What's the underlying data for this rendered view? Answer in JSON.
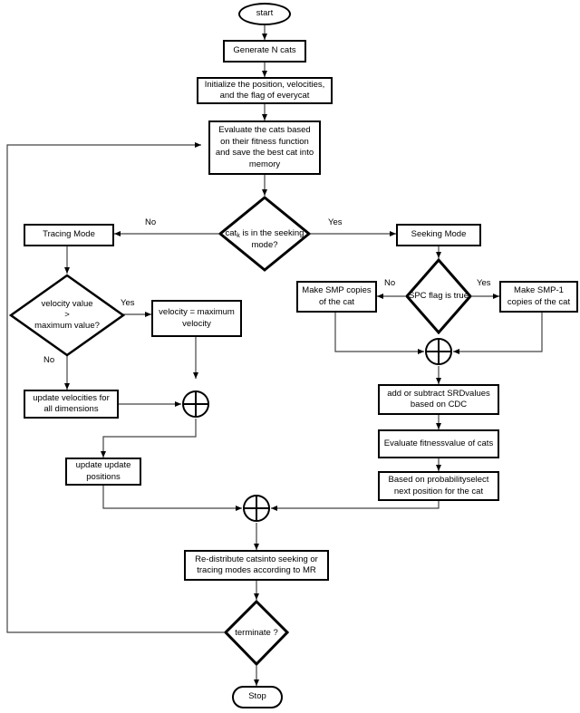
{
  "diagram": {
    "title": "Cat Swarm Optimization flowchart",
    "stroke_color": "#000000",
    "background_color": "#ffffff",
    "nodes": {
      "start": {
        "label": "start",
        "shape": "terminator"
      },
      "generate": {
        "label": "Generate N cats",
        "shape": "process"
      },
      "initialize": {
        "label": "Initialize the position, velocities, and the flag of everycat",
        "shape": "process"
      },
      "evaluate": {
        "label": "Evaluate the cats based on their fitness function and save the best cat into memory",
        "shape": "process"
      },
      "seeking_decision": {
        "label_pre": "cat",
        "label_sub": "k",
        "label_post": " is in the seeking mode?",
        "shape": "decision"
      },
      "tracing_mode": {
        "label": "Tracing Mode",
        "shape": "process"
      },
      "seeking_mode": {
        "label": "Seeking Mode",
        "shape": "process"
      },
      "velocity_decision": {
        "label": "velocity value\n>\nmaximum value?",
        "shape": "decision"
      },
      "velocity_max": {
        "label": "velocity = maximum velocity",
        "shape": "process"
      },
      "update_velocities": {
        "label": "update velocities for all dimensions",
        "shape": "process"
      },
      "update_positions": {
        "label": "update update positions",
        "shape": "process"
      },
      "spc_decision": {
        "label": "SPC flag is true",
        "shape": "decision"
      },
      "make_smp": {
        "label": "Make SMP copies of the cat",
        "shape": "process"
      },
      "make_smp_minus_1": {
        "label": "Make SMP-1 copies of the cat",
        "shape": "process"
      },
      "add_subtract_srd": {
        "label": "add or subtract SRDvalues based on CDC",
        "shape": "process"
      },
      "evaluate_fitness": {
        "label": "Evaluate fitnessvalue of cats",
        "shape": "process"
      },
      "based_on_probability": {
        "label": "Based on probabilityselect next position for the cat",
        "shape": "process"
      },
      "redistribute": {
        "label": "Re-distribute catsinto seeking or tracing modes according to MR",
        "shape": "process"
      },
      "terminate_decision": {
        "label": "terminate ?",
        "shape": "decision"
      },
      "stop": {
        "label": "Stop",
        "shape": "terminator"
      }
    },
    "edge_labels": {
      "seeking_no": "No",
      "seeking_yes": "Yes",
      "velocity_yes": "Yes",
      "velocity_no": "No",
      "spc_no": "No",
      "spc_yes": "Yes"
    },
    "junctions": {
      "tracing_merge": "merge-junction-tracing",
      "seeking_merge": "merge-junction-seeking",
      "bottom_merge": "merge-junction-bottom"
    }
  }
}
